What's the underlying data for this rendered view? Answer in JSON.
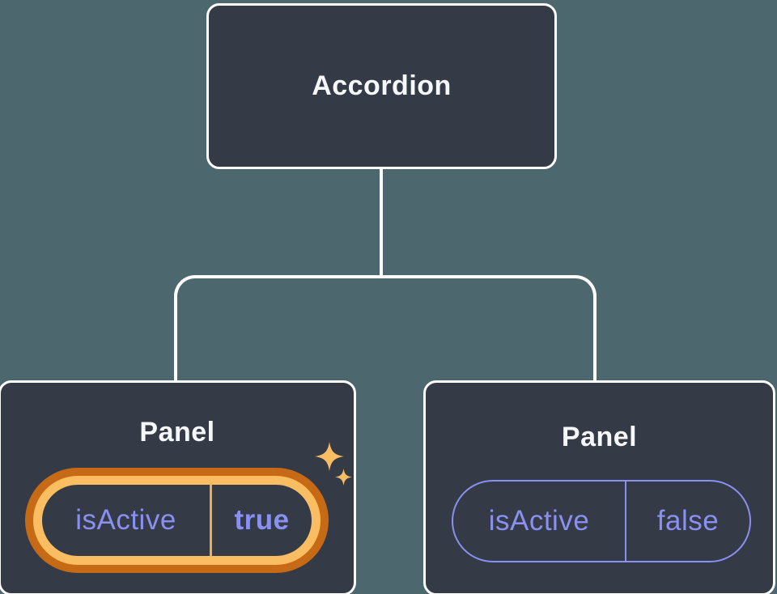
{
  "diagram": {
    "root": {
      "label": "Accordion"
    },
    "children": [
      {
        "label": "Panel",
        "prop": {
          "name": "isActive",
          "value": "true"
        },
        "highlighted": true
      },
      {
        "label": "Panel",
        "prop": {
          "name": "isActive",
          "value": "false"
        },
        "highlighted": false
      }
    ],
    "icons": {
      "sparkles": "sparkles-icon"
    },
    "colors": {
      "background": "#4D676E",
      "node_fill": "#343A46",
      "node_border": "#FFFFFF",
      "connector": "#FFFFFF",
      "title_text": "#F6F7F9",
      "prop_text": "#8A90F0",
      "highlight_ring_outer": "#C76A15",
      "highlight_ring_inner": "#FABD62",
      "highlight_divider": "#F0AB55",
      "sparkle": "#F8BC63"
    }
  }
}
